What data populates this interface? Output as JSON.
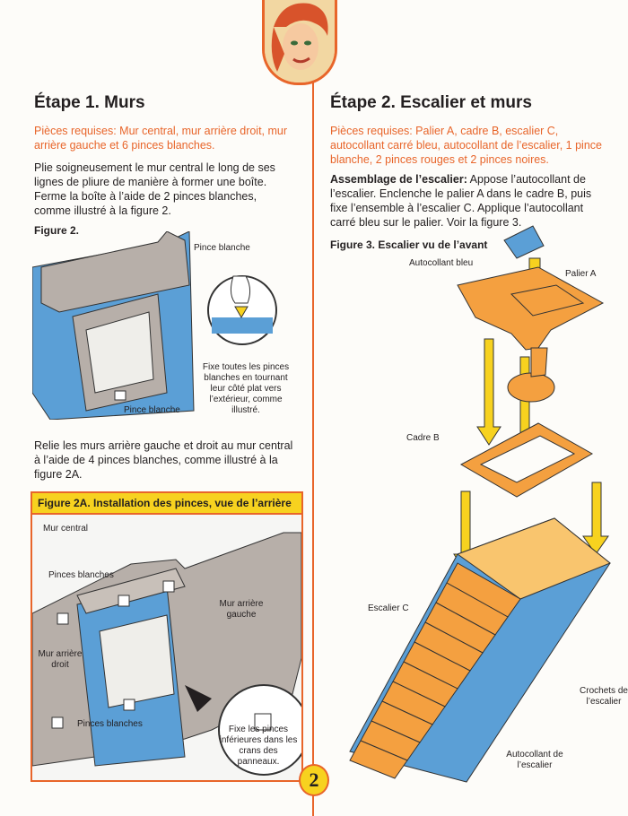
{
  "step1": {
    "title": "Étape 1. Murs",
    "parts": "Pièces requises: Mur central, mur arrière droit, mur arrière gauche et 6 pinces blanches.",
    "body": "Plie soigneusement le mur central le long de ses lignes de pliure de manière à former une boîte. Ferme la boîte à l’aide de 2 pinces blanches, comme illustré à la figure 2.",
    "figure2_title": "Figure 2.",
    "figure2_label_top": "Pince blanche",
    "figure2_label_bottom": "Pince blanche",
    "figure2_note": "Fixe toutes les pinces blanches en tournant leur côté plat vers l’extérieur, comme illustré.",
    "body2": "Relie les murs arrière gauche et droit au mur central à l’aide de 4 pinces blanches, comme illustré à la figure 2A."
  },
  "figure2a": {
    "title": "Figure 2A. Installation des pinces, vue de l’arrière",
    "label_mur_central": "Mur central",
    "label_pinces_top": "Pinces blanches",
    "label_mur_gauche": "Mur arrière gauche",
    "label_mur_droit": "Mur arrière droit",
    "label_pinces_bottom": "Pinces blanches",
    "note": "Fixe les pinces inférieures dans les crans des panneaux."
  },
  "step2": {
    "title": "Étape 2. Escalier et murs",
    "parts": "Pièces requises: Palier A, cadre B, escalier C, autocollant carré bleu, autocollant de l’escalier, 1 pince blanche, 2 pinces rouges et 2 pinces noires.",
    "assembly_lead": "Assemblage de l’escalier:",
    "assembly_body": "Appose l’autocollant de l’escalier. Enclenche le palier A dans le cadre B, puis fixe l’ensemble à l’escalier C. Applique l’autocollant carré bleu sur le palier. Voir la figure 3.",
    "figure3_title": "Figure 3. Escalier vu de l’avant",
    "label_autocollant_bleu": "Autocollant bleu",
    "label_palier": "Palier A",
    "label_cadre": "Cadre B",
    "label_escalier": "Escalier C",
    "label_crochets": "Crochets de l’escalier",
    "label_autocollant_escalier": "Autocollant de l’escalier"
  },
  "page_number": "2",
  "colors": {
    "accent": "#e8652a",
    "yellow": "#f7d21f",
    "blue": "#5b9fd6",
    "grey": "#b7afa9",
    "stair": "#f4a040"
  }
}
